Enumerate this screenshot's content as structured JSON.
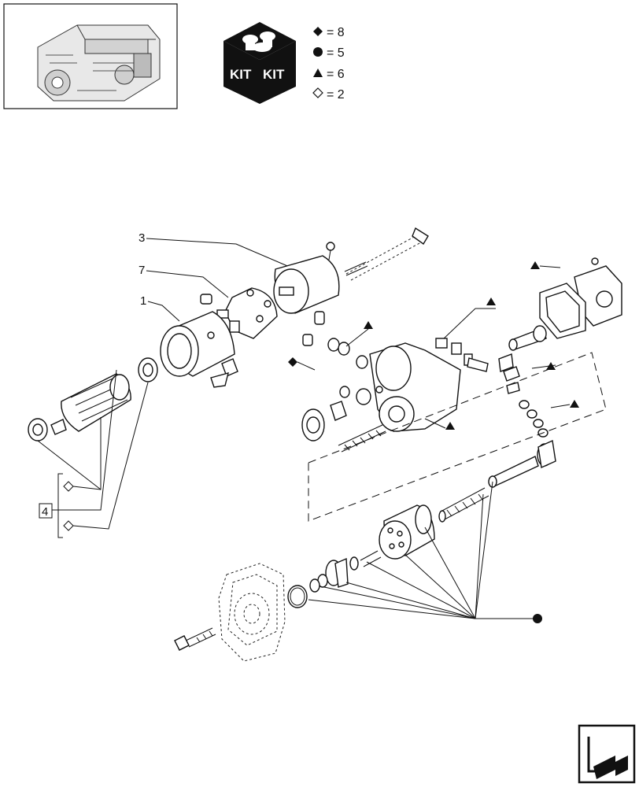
{
  "legend": {
    "kit_text": "KIT",
    "items": [
      {
        "symbol": "diamond-filled",
        "text": "= 8"
      },
      {
        "symbol": "circle-filled",
        "text": "= 5"
      },
      {
        "symbol": "triangle-filled",
        "text": "= 6"
      },
      {
        "symbol": "diamond-outline",
        "text": "= 2"
      }
    ]
  },
  "callouts": {
    "c3": "3",
    "c7": "7",
    "c1": "1",
    "c4": "4"
  },
  "colors": {
    "ink": "#111111",
    "paper": "#ffffff"
  },
  "icons": [
    "engine-thumbnail",
    "kit-box-icon",
    "next-page-arrow-icon"
  ]
}
